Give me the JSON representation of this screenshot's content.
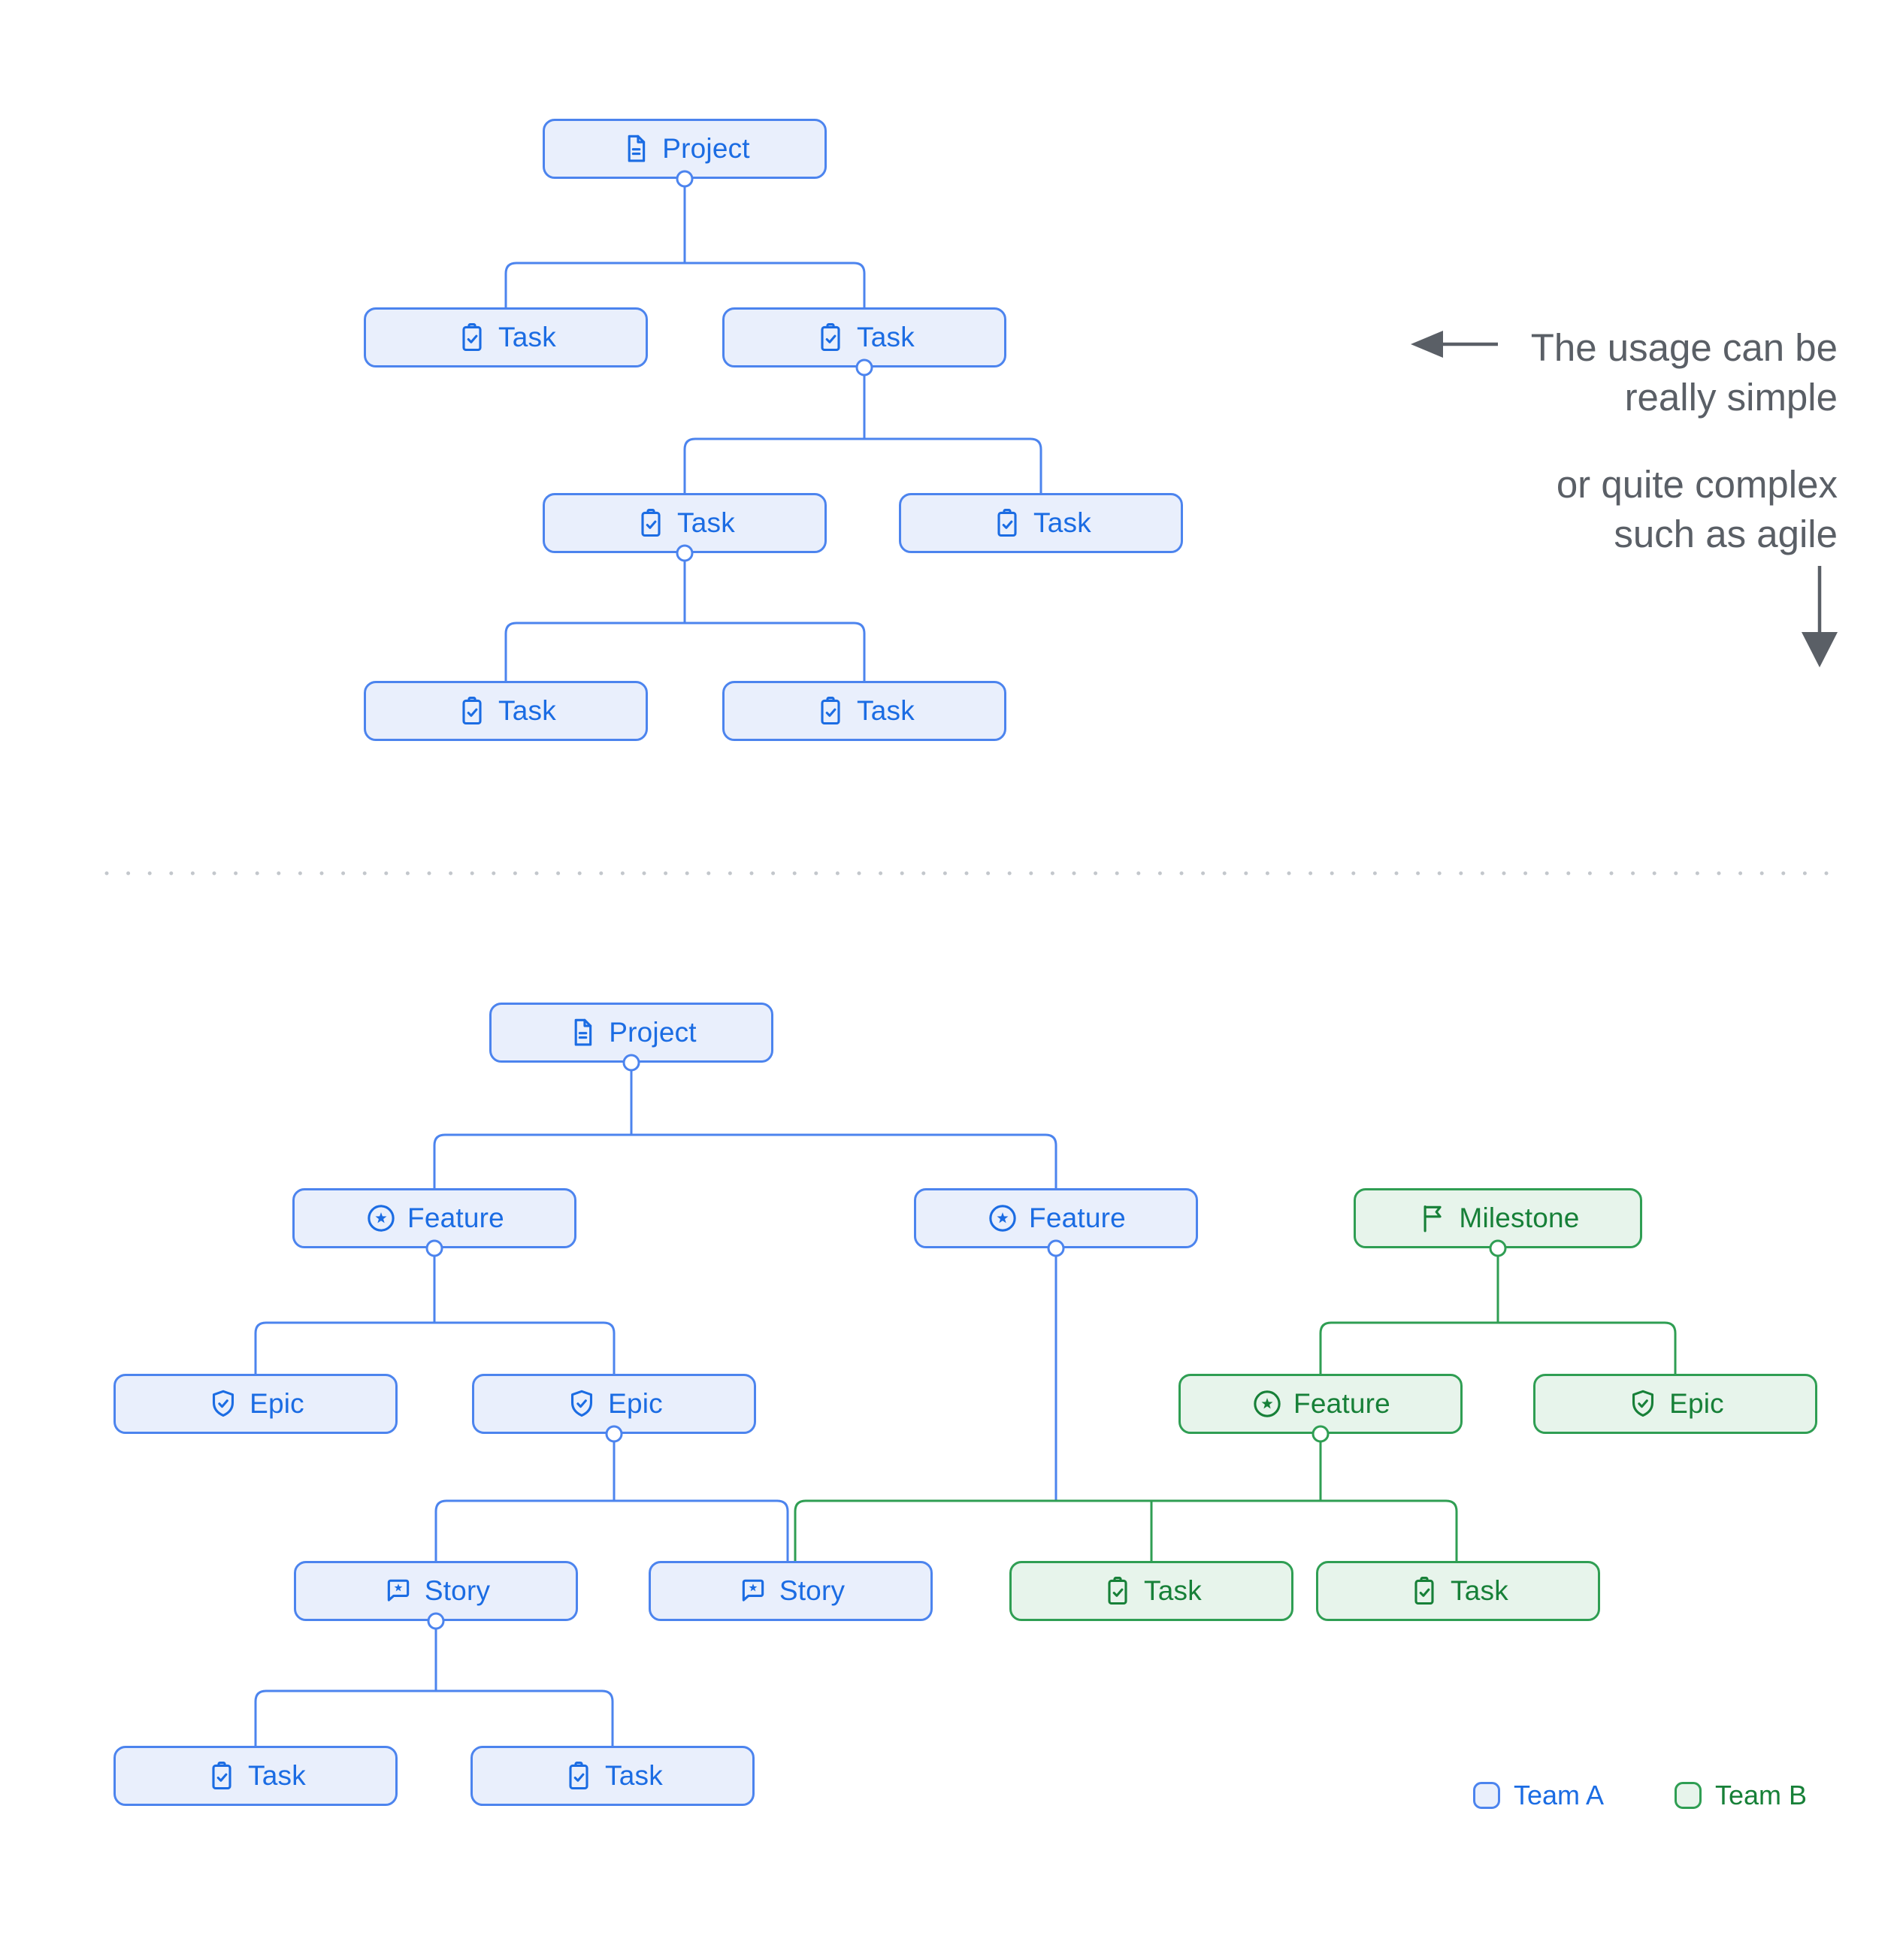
{
  "colors": {
    "team_a_line": "#4C84EE",
    "team_a_text": "#1B6CE3",
    "team_a_fill": "#E9EFFC",
    "team_b_line": "#2F9E53",
    "team_b_text": "#178038",
    "team_b_fill": "#E7F4EB",
    "annotation_text": "#5A5F66",
    "divider": "#C3C7CC"
  },
  "annotation": {
    "line1": "The usage can be",
    "line2": "really simple",
    "line3": "or quite complex",
    "line4": "such as agile"
  },
  "legend": {
    "team_a_label": "Team A",
    "team_b_label": "Team B"
  },
  "simple_tree": {
    "nodes": [
      {
        "label": "Project",
        "team": "A",
        "icon": "document"
      },
      {
        "label": "Task",
        "team": "A",
        "icon": "clipboard-check"
      },
      {
        "label": "Task",
        "team": "A",
        "icon": "clipboard-check"
      },
      {
        "label": "Task",
        "team": "A",
        "icon": "clipboard-check"
      },
      {
        "label": "Task",
        "team": "A",
        "icon": "clipboard-check"
      },
      {
        "label": "Task",
        "team": "A",
        "icon": "clipboard-check"
      },
      {
        "label": "Task",
        "team": "A",
        "icon": "clipboard-check"
      }
    ]
  },
  "complex_tree": {
    "nodes": [
      {
        "label": "Project",
        "team": "A",
        "icon": "document"
      },
      {
        "label": "Feature",
        "team": "A",
        "icon": "star-circle"
      },
      {
        "label": "Feature",
        "team": "A",
        "icon": "star-circle"
      },
      {
        "label": "Milestone",
        "team": "B",
        "icon": "flag"
      },
      {
        "label": "Epic",
        "team": "A",
        "icon": "shield-check"
      },
      {
        "label": "Epic",
        "team": "A",
        "icon": "shield-check"
      },
      {
        "label": "Feature",
        "team": "B",
        "icon": "star-circle"
      },
      {
        "label": "Epic",
        "team": "B",
        "icon": "shield-check"
      },
      {
        "label": "Story",
        "team": "A",
        "icon": "story-bubble"
      },
      {
        "label": "Story",
        "team": "A",
        "icon": "story-bubble"
      },
      {
        "label": "Task",
        "team": "B",
        "icon": "clipboard-check"
      },
      {
        "label": "Task",
        "team": "B",
        "icon": "clipboard-check"
      },
      {
        "label": "Task",
        "team": "A",
        "icon": "clipboard-check"
      },
      {
        "label": "Task",
        "team": "A",
        "icon": "clipboard-check"
      }
    ]
  }
}
